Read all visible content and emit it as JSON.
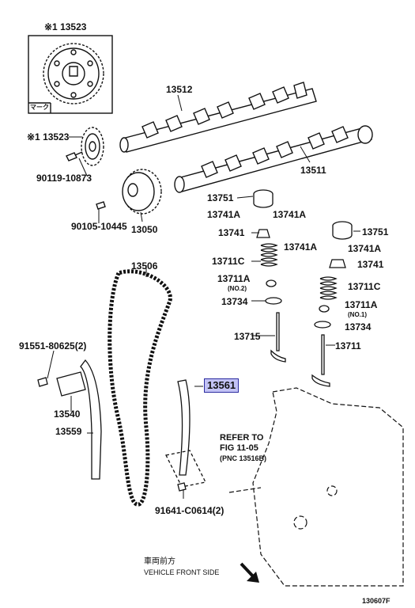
{
  "parts": {
    "p13523_top": "※1 13523",
    "mark": "マーク",
    "p13512": "13512",
    "p13523_mid": "※1 13523",
    "p90119": "90119-10873",
    "p13511": "13511",
    "p13751_a": "13751",
    "p13741A_a": "13741A",
    "p13741A_b": "13741A",
    "p13741_a": "13741",
    "p13751_b": "13751",
    "p13741A_c": "13741A",
    "p13741A_d": "13741A",
    "p13741_b": "13741",
    "p90105": "90105-10445",
    "p13050": "13050",
    "p13506": "13506",
    "p13711C_a": "13711C",
    "p13711A_a": "13711A",
    "no2": "(NO.2)",
    "p13734_a": "13734",
    "p13711C_b": "13711C",
    "p13711A_b": "13711A",
    "no1": "(NO.1)",
    "p13734_b": "13734",
    "p13715": "13715",
    "p13711": "13711",
    "p91551": "91551-80625(2)",
    "p13561": "13561",
    "p13540": "13540",
    "p13559": "13559",
    "p91641": "91641-C0614(2)"
  },
  "refer": {
    "line1": "REFER TO",
    "line2": "FIG 11-05",
    "line3": "(PNC 13516B)"
  },
  "front": {
    "jp": "車両前方",
    "en": "VEHICLE FRONT SIDE"
  },
  "diagram_code": "130607F",
  "colors": {
    "line": "#111111",
    "highlight": "#c3c3f5",
    "highlight_border": "#2c2ca0"
  }
}
